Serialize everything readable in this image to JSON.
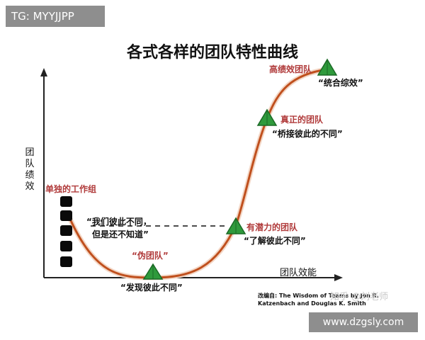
{
  "overlays": {
    "tg_tag": "TG: MYYJJPP",
    "url": "www.dzgsly.com"
  },
  "title": "各式各样的团队特性曲线",
  "axes": {
    "y_label_lines": [
      "团",
      "队",
      "绩",
      "效"
    ],
    "x_label": "团队效能"
  },
  "stages": {
    "individual": "单独的工作组",
    "pseudo": "“伪团队”",
    "pseudo_quote": "“发现彼此不同”",
    "potential": "有潜力的团队",
    "potential_quote": "“了解彼此不同”",
    "real": "真正的团队",
    "real_quote": "“桥接彼此的不同”",
    "high": "高绩效团队",
    "high_quote": "“统合综效”"
  },
  "individual_quote": {
    "line1": "“我们彼此不同，",
    "line2": "但是还不知道”"
  },
  "credit": {
    "line1": "改编自: The Wisdom of Teams by Jon R.",
    "line2": "Katzenbach and Douglas K. Smith"
  },
  "watermark": "知乎 @刘老师",
  "colors": {
    "curve": "#c0501e",
    "curve_glow": "#f3d7c6",
    "triangle_fill": "#2f9a3c",
    "triangle_stroke": "#1b6a26",
    "stage_text": "#b03a3a",
    "axis": "#222222",
    "overlay_bg": "#8e8e8e"
  }
}
